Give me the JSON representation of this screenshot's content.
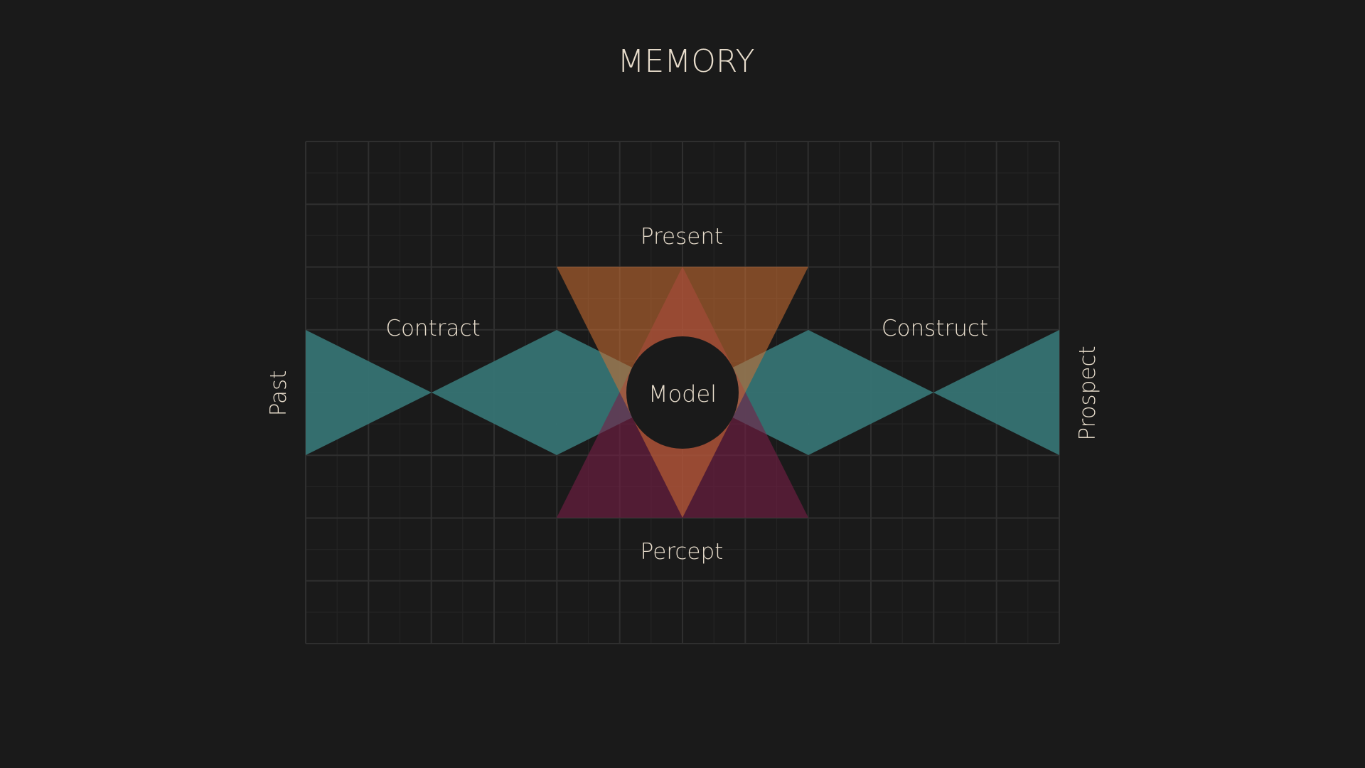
{
  "title": "MEMORY",
  "labels": {
    "top": "Present",
    "bottom": "Percept",
    "left_upper": "Contract",
    "right_upper": "Construct",
    "left_axis": "Past",
    "right_axis": "Prospect",
    "center": "Model"
  },
  "colors": {
    "background": "#1a1a1a",
    "grid_major": "#2f2f2f",
    "grid_minor": "#242424",
    "teal": "#367373",
    "orange": "#d2712f",
    "purple": "#781e46",
    "text": "#e8ddcc"
  }
}
